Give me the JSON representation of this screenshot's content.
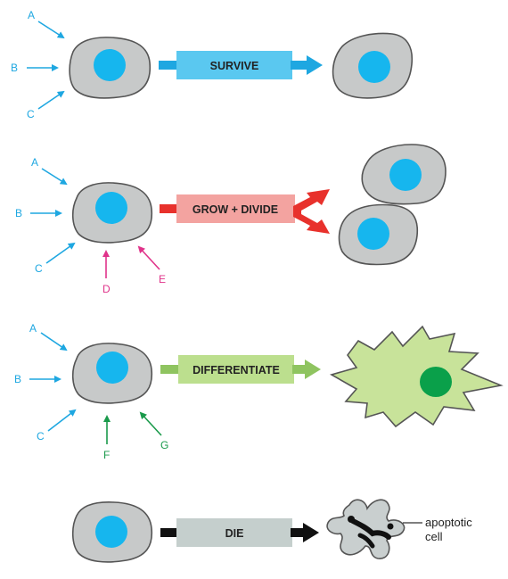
{
  "colors": {
    "signal_blue": "#1ea7e1",
    "signal_pink": "#e0338a",
    "signal_green": "#1a9a4b",
    "cell_fill": "#c7c9c9",
    "cell_stroke": "#555555",
    "nucleus": "#16b6ee",
    "diff_cell_fill": "#c8e39a",
    "diff_nucleus": "#0aa04a"
  },
  "rows": [
    {
      "outcome": "SURVIVE",
      "signals": [
        "A",
        "B",
        "C"
      ],
      "box_color": "#5ac8f0",
      "arrow_color": "#1ea7e1"
    },
    {
      "outcome": "GROW + DIVIDE",
      "signals": [
        "A",
        "B",
        "C",
        "D",
        "E"
      ],
      "box_color": "#f3a3a0",
      "arrow_color": "#e8312c"
    },
    {
      "outcome": "DIFFERENTIATE",
      "signals": [
        "A",
        "B",
        "C",
        "F",
        "G"
      ],
      "box_color": "#bcdf8e",
      "arrow_color": "#8fc460"
    },
    {
      "outcome": "DIE",
      "signals": [],
      "box_color": "#c5cfcd",
      "arrow_color": "#111111"
    }
  ],
  "apoptotic_label": [
    "apoptotic",
    "cell"
  ]
}
